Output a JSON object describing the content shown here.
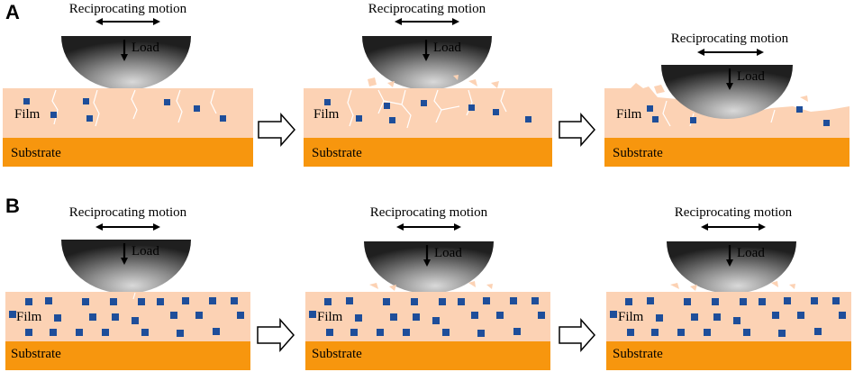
{
  "panels": {
    "A": {
      "letter": "A",
      "stages": [
        {
          "motion": "Reciprocating motion",
          "load": "Load",
          "film": "Film",
          "substrate": "Substrate"
        },
        {
          "motion": "Reciprocating motion",
          "load": "Load",
          "film": "Film",
          "substrate": "Substrate"
        },
        {
          "motion": "Reciprocating motion",
          "load": "Load",
          "film": "Film",
          "substrate": "Substrate"
        }
      ]
    },
    "B": {
      "letter": "B",
      "stages": [
        {
          "motion": "Reciprocating motion",
          "load": "Load",
          "film": "Film",
          "substrate": "Substrate"
        },
        {
          "motion": "Reciprocating motion",
          "load": "Load",
          "film": "Film",
          "substrate": "Substrate"
        },
        {
          "motion": "Reciprocating motion",
          "load": "Load",
          "film": "Film",
          "substrate": "Substrate"
        }
      ]
    }
  },
  "colors": {
    "film": "#fcd2b4",
    "substrate": "#f7960e",
    "particle": "#1e4e9a",
    "crack": "#ffffff",
    "ball_dark": "#2b2b2b",
    "ball_light": "#c8c8c8"
  }
}
